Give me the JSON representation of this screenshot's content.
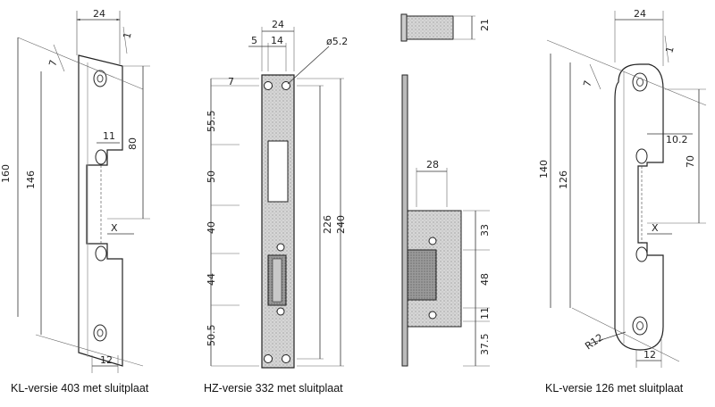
{
  "captions": {
    "left": "KL-versie 403 met sluitplaat",
    "middle": "HZ-versie 332 met sluitplaat",
    "right": "KL-versie 126 met sluitplaat"
  },
  "left_plate": {
    "width": "24",
    "thickness": "1",
    "top_offset": "7",
    "gap_width": "11",
    "half_length": "80",
    "total_length": "160",
    "hole_spacing": "146",
    "x_mark": "X",
    "bottom_width": "12"
  },
  "middle_plate": {
    "width": "24",
    "offset_5": "5",
    "offset_14": "14",
    "hole_diameter": "ø5.2",
    "top_7": "7",
    "seg_55_5": "55.5",
    "seg_50": "50",
    "seg_40": "40",
    "seg_44": "44",
    "seg_50_5": "50.5",
    "dim_226": "226",
    "dim_240": "240"
  },
  "side_view": {
    "cap_height": "21",
    "box_width": "28",
    "seg_33": "33",
    "seg_48": "48",
    "seg_11": "11",
    "seg_37_5": "37.5"
  },
  "right_plate": {
    "width": "24",
    "thickness": "1",
    "top_offset": "7",
    "offset_10_2": "10.2",
    "half_length": "70",
    "total_length": "140",
    "hole_spacing": "126",
    "x_mark": "X",
    "radius": "R12",
    "bottom_width": "12"
  }
}
